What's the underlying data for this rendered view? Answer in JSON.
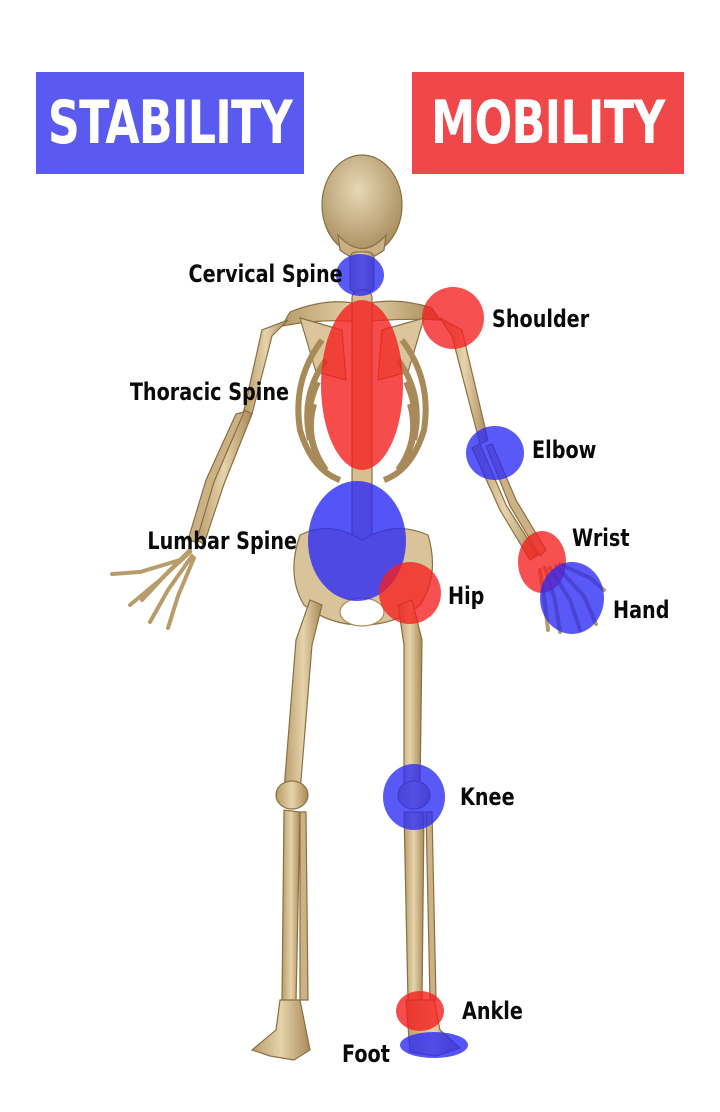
{
  "headers": {
    "stability": "STABILITY",
    "mobility": "MOBILITY"
  },
  "colors": {
    "stability": "#5a5af0",
    "mobility": "#f0474a",
    "stability_marker": "#2a2af5",
    "mobility_marker": "#f51f1f",
    "bone": "#d9c39a"
  },
  "labels": {
    "cervical": "Cervical Spine",
    "shoulder": "Shoulder",
    "thoracic": "Thoracic Spine",
    "elbow": "Elbow",
    "lumbar": "Lumbar Spine",
    "wrist": "Wrist",
    "hip": "Hip",
    "hand": "Hand",
    "knee": "Knee",
    "ankle": "Ankle",
    "foot": "Foot"
  },
  "joints": [
    {
      "name": "Cervical Spine",
      "type": "stability"
    },
    {
      "name": "Shoulder",
      "type": "mobility"
    },
    {
      "name": "Thoracic Spine",
      "type": "mobility"
    },
    {
      "name": "Elbow",
      "type": "stability"
    },
    {
      "name": "Lumbar Spine",
      "type": "stability"
    },
    {
      "name": "Wrist",
      "type": "mobility"
    },
    {
      "name": "Hip",
      "type": "mobility"
    },
    {
      "name": "Hand",
      "type": "stability"
    },
    {
      "name": "Knee",
      "type": "stability"
    },
    {
      "name": "Ankle",
      "type": "mobility"
    },
    {
      "name": "Foot",
      "type": "stability"
    }
  ]
}
